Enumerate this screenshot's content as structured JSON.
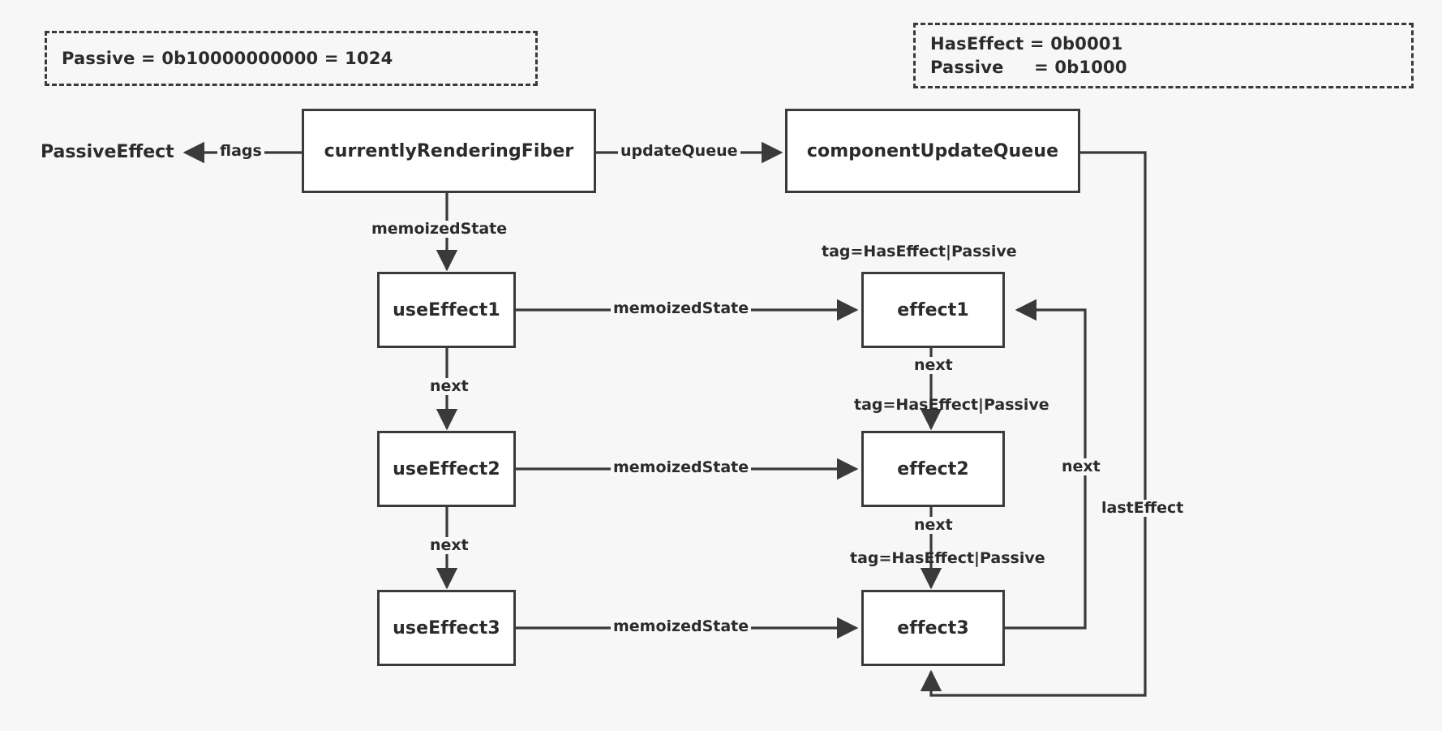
{
  "diagram": {
    "title": "React useEffect hook / fiber effect list structure",
    "background_color": "#f7f7f7",
    "stroke_color": "#3a3a3a",
    "text_color": "#2b2b2b",
    "box_fill": "#ffffff"
  },
  "legends": [
    {
      "id": "passive-flag-legend",
      "lines": [
        "Passive = 0b10000000000 = 1024"
      ]
    },
    {
      "id": "hook-flags-legend",
      "lines": [
        "HasEffect = 0b0001",
        "Passive     = 0b1000"
      ]
    }
  ],
  "nodes": {
    "passive_effect": "PassiveEffect",
    "currently_rendering_fiber": "currentlyRenderingFiber",
    "component_update_queue": "componentUpdateQueue",
    "use_effect_1": "useEffect1",
    "use_effect_2": "useEffect2",
    "use_effect_3": "useEffect3",
    "effect_1": "effect1",
    "effect_2": "effect2",
    "effect_3": "effect3"
  },
  "edge_labels": {
    "flags": "flags",
    "update_queue": "updateQueue",
    "memoized_state_fiber": "memoizedState",
    "memoized_state_1": "memoizedState",
    "memoized_state_2": "memoizedState",
    "memoized_state_3": "memoizedState",
    "next_hook_1": "next",
    "next_hook_2": "next",
    "next_effect_1": "next",
    "next_effect_2": "next",
    "next_circular": "next",
    "last_effect": "lastEffect"
  },
  "tag_labels": {
    "effect_1_tag": "tag=HasEffect|Passive",
    "effect_2_tag": "tag=HasEffect|Passive",
    "effect_3_tag": "tag=HasEffect|Passive"
  }
}
